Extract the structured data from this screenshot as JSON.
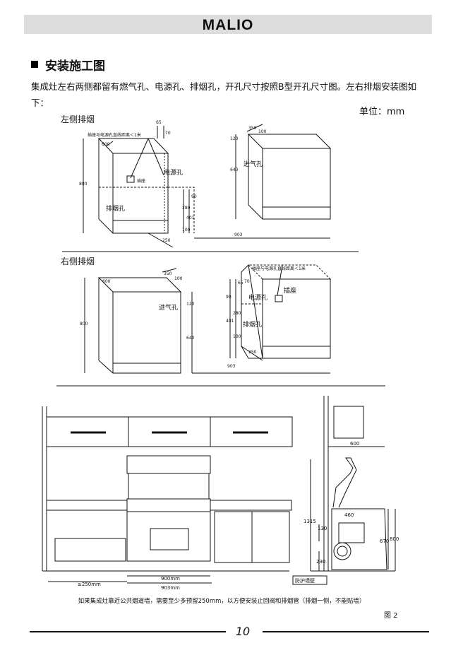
{
  "header": {
    "brand": "MALIO"
  },
  "section": {
    "title": "安装施工图",
    "intro": "集成灶左右两侧都留有燃气孔、电源孔、排烟孔，开孔尺寸按照B型开孔尺寸图。左右排烟安装图如下：",
    "unit": "单位：mm"
  },
  "left_exhaust": {
    "label": "左侧排烟",
    "note": "插座与电源孔直线距离＜1米",
    "socket": "插座",
    "power_hole": "电源孔",
    "exhaust_hole": "排烟孔",
    "intake_hole": "进气孔",
    "dims": {
      "d600": "600",
      "d800": "800",
      "d65": "65",
      "d70": "70",
      "d90": "90",
      "d280": "280",
      "d401": "401",
      "d100": "100",
      "d250": "250",
      "d120": "120",
      "d640": "640",
      "d350": "350",
      "d100b": "100",
      "d903": "903"
    }
  },
  "right_exhaust": {
    "label": "右侧排烟",
    "note": "插座与电源孔直线距离＜1米",
    "socket": "插座",
    "power_hole": "电源孔",
    "exhaust_hole": "排烟孔",
    "intake_hole": "进气孔",
    "dims": {
      "d600": "600",
      "d800": "800",
      "d350": "350",
      "d100": "100",
      "d120": "120",
      "d640": "640",
      "d65": "65",
      "d70": "70",
      "d90": "90",
      "d280": "280",
      "d401": "401",
      "d100b": "100",
      "d250": "250",
      "d903": "903"
    }
  },
  "kitchen": {
    "d900": "900mm",
    "d903": "903mm",
    "d250": "≥250mm",
    "side_600": "600",
    "side_460": "460",
    "side_1315": "1315",
    "side_130": "130",
    "side_230": "230",
    "side_670": "670",
    "side_800": "800",
    "wall_label": "防护墙壁"
  },
  "caption": "如果集成灶靠近公共烟道墙，需要至少多预留250mm，以方便安装止回阀和排烟管（排烟一侧，不能贴墙）",
  "figure_no": "图 2",
  "page_number": "10"
}
